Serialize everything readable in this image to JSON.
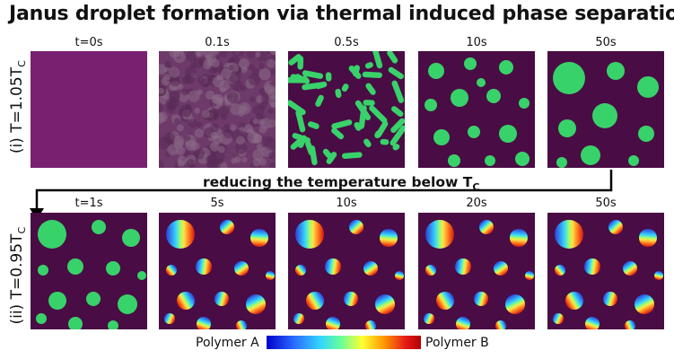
{
  "title": "Janus droplet formation via thermal induced phase separation",
  "rows": [
    {
      "label": "(i) T=1.05T",
      "label_sub": "C",
      "times": [
        "t=0s",
        "0.1s",
        "0.5s",
        "10s",
        "50s"
      ]
    },
    {
      "label": "(ii) T=0.95T",
      "label_sub": "C",
      "times": [
        "t=1s",
        "5s",
        "10s",
        "20s",
        "50s"
      ]
    }
  ],
  "transition": {
    "text": "reducing the temperature below T",
    "sub": "C"
  },
  "legend": {
    "left": "Polymer A",
    "right": "Polymer B"
  },
  "colors": {
    "background_matrix": "#4a0c44",
    "droplet_green": "#38d26a",
    "initial_purple": "#7a2070"
  }
}
